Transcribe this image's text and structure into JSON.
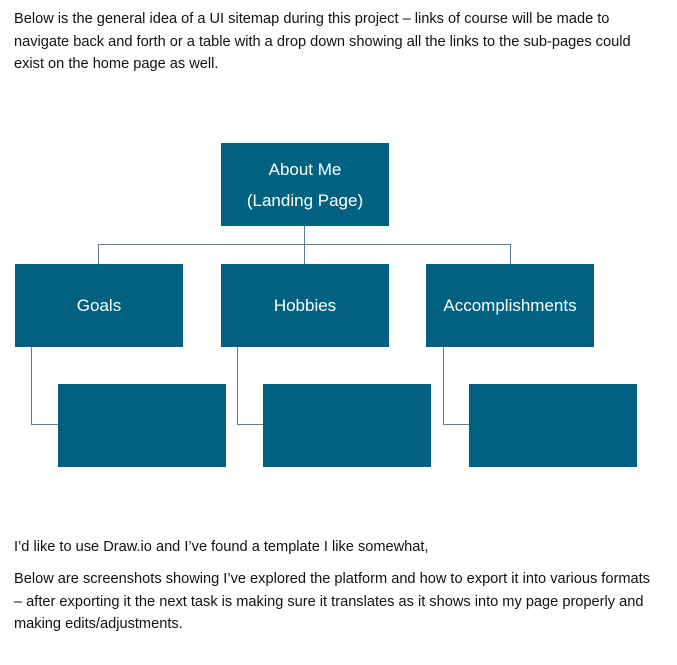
{
  "intro_text": "Below is the general idea of a UI sitemap during this project – links of course will be made to navigate back and forth or a table with a drop down showing all the links to the sub-pages could exist on the home page as well.",
  "sitemap": {
    "root": {
      "line1": "About Me",
      "line2": "(Landing Page)"
    },
    "children": [
      {
        "label": "Goals"
      },
      {
        "label": "Hobbies"
      },
      {
        "label": "Accomplishments"
      }
    ]
  },
  "line_draw": "I’d like to use Draw.io and I’ve found a template I like somewhat,",
  "outro_text": "Below are screenshots showing I’ve explored the platform and how to export it into various formats – after exporting it the next task is making sure it translates as it shows into my page properly and making edits/adjustments.",
  "colors": {
    "node_fill": "#006280",
    "connector": "#5a7f91"
  }
}
